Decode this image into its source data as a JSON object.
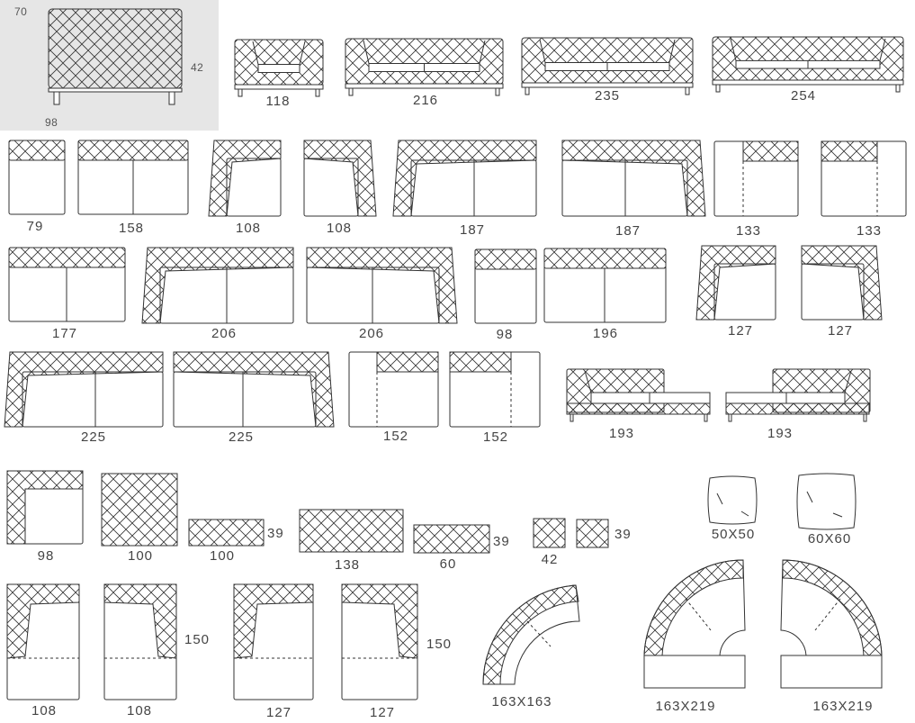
{
  "colors": {
    "line": "#333333",
    "label": "#444444",
    "highlight_panel": "#e6e6e6",
    "background": "#ffffff"
  },
  "modules": [
    {
      "id": "module-dims-reference",
      "width": "98",
      "depth": "70",
      "height": "42"
    },
    {
      "id": "sofa-front-118",
      "size": "118"
    },
    {
      "id": "sofa-front-216",
      "size": "216"
    },
    {
      "id": "sofa-front-235",
      "size": "235"
    },
    {
      "id": "sofa-front-254",
      "size": "254"
    },
    {
      "id": "module-79",
      "size": "79"
    },
    {
      "id": "module-158",
      "size": "158"
    },
    {
      "id": "module-108-left-arm",
      "size": "108"
    },
    {
      "id": "module-108-right-arm",
      "size": "108"
    },
    {
      "id": "module-187-left-arm",
      "size": "187"
    },
    {
      "id": "module-187-right-arm",
      "size": "187"
    },
    {
      "id": "module-133-left-end",
      "size": "133"
    },
    {
      "id": "module-133-right-end",
      "size": "133"
    },
    {
      "id": "module-177",
      "size": "177"
    },
    {
      "id": "module-206-left-arm",
      "size": "206"
    },
    {
      "id": "module-206-right-arm",
      "size": "206"
    },
    {
      "id": "module-98",
      "size": "98"
    },
    {
      "id": "module-196",
      "size": "196"
    },
    {
      "id": "module-127-left-arm",
      "size": "127"
    },
    {
      "id": "module-127-right-arm",
      "size": "127"
    },
    {
      "id": "module-225-left-arm",
      "size": "225"
    },
    {
      "id": "module-225-right-arm",
      "size": "225"
    },
    {
      "id": "module-152-left-end",
      "size": "152"
    },
    {
      "id": "module-152-right-end",
      "size": "152"
    },
    {
      "id": "chaise-front-193-left",
      "size": "193"
    },
    {
      "id": "chaise-front-193-right",
      "size": "193"
    },
    {
      "id": "corner-module-98",
      "size": "98"
    },
    {
      "id": "ottoman-100",
      "size": "100"
    },
    {
      "id": "bench-100",
      "size": "100",
      "height": "39"
    },
    {
      "id": "ottoman-138",
      "size": "138"
    },
    {
      "id": "bench-60",
      "size": "60",
      "height": "39"
    },
    {
      "id": "pouf-42",
      "size": "42",
      "height": "39"
    },
    {
      "id": "cushion-50",
      "size": "50X50"
    },
    {
      "id": "cushion-60",
      "size": "60X60"
    },
    {
      "id": "chaise-108-left",
      "size": "108",
      "depth": "150"
    },
    {
      "id": "chaise-108-right",
      "size": "108"
    },
    {
      "id": "chaise-127-left",
      "size": "127"
    },
    {
      "id": "chaise-127-right",
      "size": "127",
      "depth": "150"
    },
    {
      "id": "curved-163x163",
      "size": "163X163"
    },
    {
      "id": "curved-163x219-left",
      "size": "163X219"
    },
    {
      "id": "curved-163x219-right",
      "size": "163X219"
    }
  ]
}
